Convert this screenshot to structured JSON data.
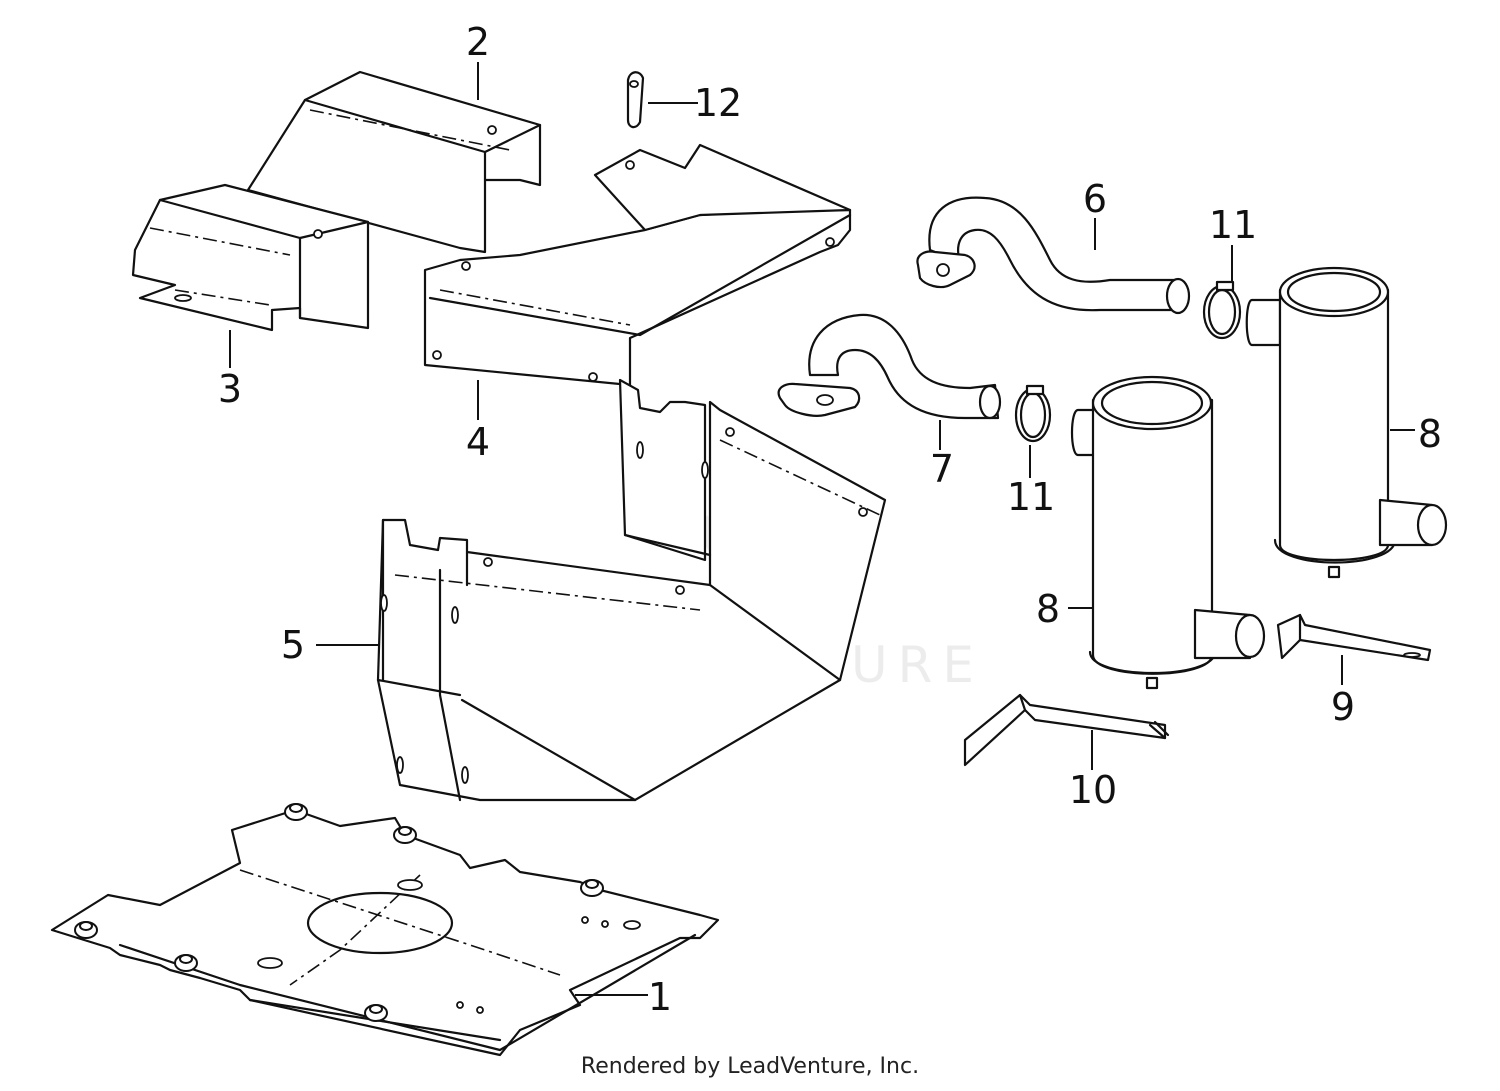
{
  "diagram": {
    "watermark": "LEADVENTURE",
    "credit": "Rendered by LeadVenture, Inc.",
    "callouts": [
      {
        "id": "1",
        "label": "1"
      },
      {
        "id": "2",
        "label": "2"
      },
      {
        "id": "3",
        "label": "3"
      },
      {
        "id": "4",
        "label": "4"
      },
      {
        "id": "5",
        "label": "5"
      },
      {
        "id": "6",
        "label": "6"
      },
      {
        "id": "7",
        "label": "7"
      },
      {
        "id": "8a",
        "label": "8"
      },
      {
        "id": "8b",
        "label": "8"
      },
      {
        "id": "9",
        "label": "9"
      },
      {
        "id": "10",
        "label": "10"
      },
      {
        "id": "11a",
        "label": "11"
      },
      {
        "id": "11b",
        "label": "11"
      },
      {
        "id": "12",
        "label": "12"
      }
    ]
  }
}
